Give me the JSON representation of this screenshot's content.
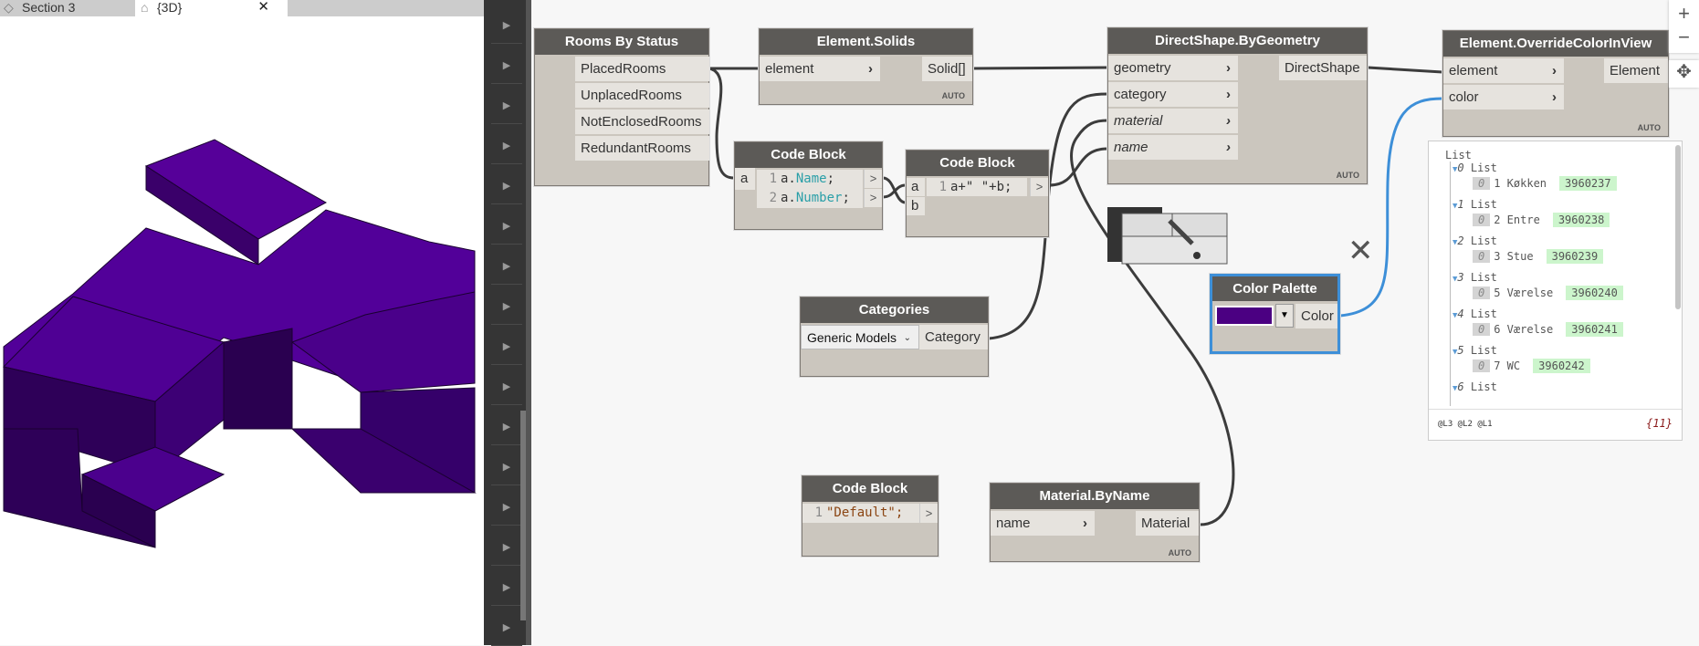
{
  "tabs": [
    {
      "label": "Section 3",
      "icon": "section-icon"
    },
    {
      "label": "{3D}",
      "icon": "3d-house-icon",
      "close": "✕"
    }
  ],
  "model_color": "#520099",
  "nodes": {
    "rooms_by_status": {
      "title": "Rooms By Status",
      "outputs": [
        "PlacedRooms",
        "UnplacedRooms",
        "NotEnclosedRooms",
        "RedundantRooms"
      ]
    },
    "element_solids": {
      "title": "Element.Solids",
      "input": "element",
      "output": "Solid[]",
      "lacing": "AUTO"
    },
    "code_block_1": {
      "title": "Code Block",
      "input": "a",
      "lines": [
        {
          "n": "1",
          "obj": "a.",
          "prop": "Name",
          "end": ";"
        },
        {
          "n": "2",
          "obj": "a.",
          "prop": "Number",
          "end": ";"
        }
      ],
      "out": ">"
    },
    "code_block_2": {
      "title": "Code Block",
      "inputs": [
        "a",
        "b"
      ],
      "line_n": "1",
      "code": "a+\" \"+b;",
      "out": ">"
    },
    "directshape": {
      "title": "DirectShape.ByGeometry",
      "inputs": [
        "geometry",
        "category",
        "material",
        "name"
      ],
      "output": "DirectShape",
      "lacing": "AUTO"
    },
    "override_color": {
      "title": "Element.OverrideColorInView",
      "inputs": [
        "element",
        "color"
      ],
      "output": "Element",
      "lacing": "AUTO"
    },
    "categories": {
      "title": "Categories",
      "selected": "Generic Models",
      "output": "Category"
    },
    "color_palette": {
      "title": "Color Palette",
      "color": "#4b0082",
      "output": "Color"
    },
    "code_block_3": {
      "title": "Code Block",
      "line_n": "1",
      "code": "\"Default\";",
      "out": ">"
    },
    "material_by_name": {
      "title": "Material.ByName",
      "input": "name",
      "output": "Material",
      "lacing": "AUTO"
    }
  },
  "watch": {
    "root": "List",
    "items": [
      {
        "index": "0",
        "label": "List",
        "sub": "0",
        "text": "1 Køkken",
        "value": "3960237"
      },
      {
        "index": "1",
        "label": "List",
        "sub": "0",
        "text": "2 Entre",
        "value": "3960238"
      },
      {
        "index": "2",
        "label": "List",
        "sub": "0",
        "text": "3 Stue",
        "value": "3960239"
      },
      {
        "index": "3",
        "label": "List",
        "sub": "0",
        "text": "5 Værelse",
        "value": "3960240"
      },
      {
        "index": "4",
        "label": "List",
        "sub": "0",
        "text": "6 Værelse",
        "value": "3960241"
      },
      {
        "index": "5",
        "label": "List",
        "sub": "0",
        "text": "7 WC",
        "value": "3960242"
      },
      {
        "index": "6",
        "label": "List"
      }
    ],
    "levels": "@L3 @L2 @L1",
    "count": "{11}"
  },
  "zoom": {
    "plus": "+",
    "minus": "−",
    "pan": "✥"
  },
  "wire_color": "#3c3c3c",
  "selected_wire_color": "#3d8fd8"
}
